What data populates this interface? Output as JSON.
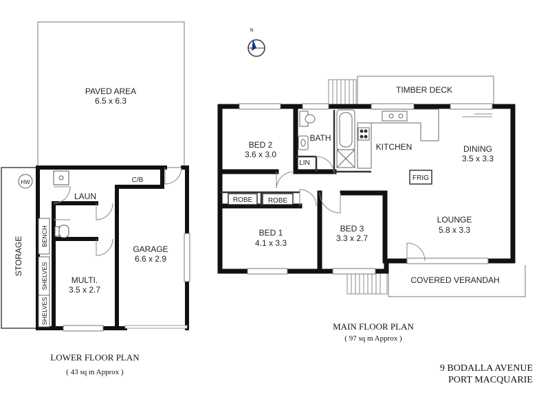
{
  "lower": {
    "paved_name": "PAVED AREA",
    "paved_size": "6.5 x 6.3",
    "laun": "LAUN",
    "hw": "HW",
    "cb": "C/B",
    "storage": "STORAGE",
    "bench": "BENCH",
    "shelves1": "SHELVES",
    "shelves2": "SHELVES",
    "multi_name": "MULTI.",
    "multi_size": "3.5 x 2.7",
    "garage_name": "GARAGE",
    "garage_size": "6.6 x 2.9",
    "title": "LOWER FLOOR PLAN",
    "area": "( 43 sq m Approx )"
  },
  "main": {
    "timber_deck": "TIMBER DECK",
    "bed2_name": "BED 2",
    "bed2_size": "3.6 x 3.0",
    "bath": "BATH",
    "lin": "LIN",
    "kitchen": "KITCHEN",
    "dining_name": "DINING",
    "dining_size": "3.5 x 3.3",
    "frig": "FRIG",
    "robe1": "ROBE",
    "robe2": "ROBE",
    "bed1_name": "BED 1",
    "bed1_size": "4.1 x 3.3",
    "bed3_name": "BED 3",
    "bed3_size": "3.3 x 2.7",
    "lounge_name": "LOUNGE",
    "lounge_size": "5.8 x 3.3",
    "covered_verandah": "COVERED VERANDAH",
    "title": "MAIN FLOOR PLAN",
    "area": "( 97 sq m Approx )"
  },
  "compass": {
    "north": "N"
  },
  "address": {
    "line1": "9 BODALLA AVENUE",
    "line2": "PORT MACQUARIE"
  }
}
